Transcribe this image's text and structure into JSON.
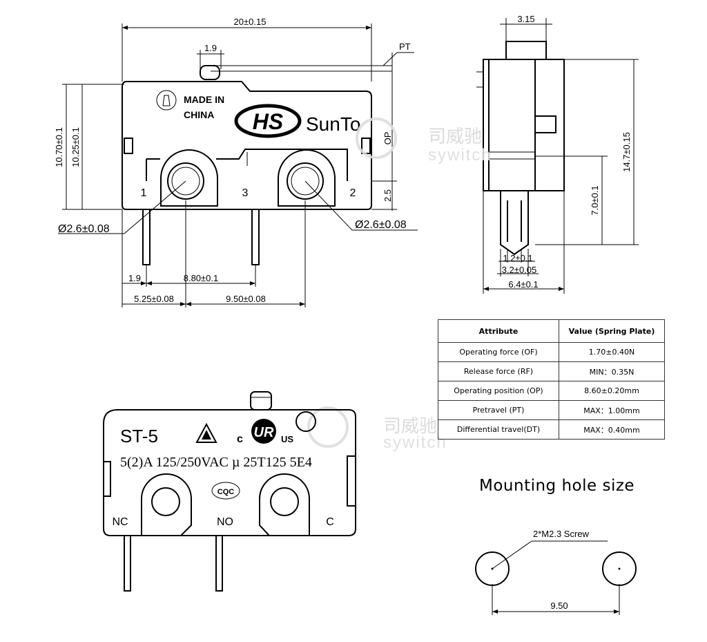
{
  "top_view": {
    "overall_width": "20±0.15",
    "actuator_width": "1.9",
    "pt_label": "PT",
    "op_label": "OP",
    "height_outer": "10.70±0.1",
    "height_inner": "10.25±0.1",
    "hole_offset": "2.5",
    "made_in_line1": "MADE IN",
    "made_in_line2": "CHINA",
    "brand": "SunTo",
    "terminal_1": "1",
    "terminal_2": "2",
    "terminal_3": "3",
    "hole_dia_left": "Ø2.6±0.08",
    "hole_dia_right": "Ø2.6±0.08",
    "pin_offset": "1.9",
    "pin_spacing": "8.80±0.1",
    "hole_left_offset": "5.25±0.08",
    "hole_spacing": "9.50±0.08"
  },
  "side_view": {
    "top_width": "3.15",
    "height": "14.7±0.15",
    "hole_height": "7.0±0.1",
    "pin_thickness": "1.2±0.1",
    "pin_width": "3.2±0.05",
    "body_width": "6.4±0.1"
  },
  "front_view": {
    "model": "ST-5",
    "rating": "5(2)A 125/250VAC µ 25T125 5E4",
    "cqc": "CQC",
    "us_mark": "US",
    "terminal_nc": "NC",
    "terminal_no": "NO",
    "terminal_c": "C"
  },
  "watermark": {
    "chinese": "司威驰",
    "latin": "sywitch"
  },
  "spec_table": {
    "header_attribute": "Attribute",
    "header_value": "Value (Spring Plate)",
    "rows": [
      {
        "attribute": "Operating force (OF)",
        "value": "1.70±0.40N"
      },
      {
        "attribute": "Release force (RF)",
        "value": "MIN：0.35N"
      },
      {
        "attribute": "Operating position (OP)",
        "value": "8.60±0.20mm"
      },
      {
        "attribute": "Pretravel (PT)",
        "value": "MAX：1.00mm"
      },
      {
        "attribute": "Differential travel(DT)",
        "value": "MAX：0.40mm"
      }
    ]
  },
  "mounting": {
    "title": "Mounting hole size",
    "screw_label": "2*M2.3 Screw",
    "spacing": "9.50"
  }
}
